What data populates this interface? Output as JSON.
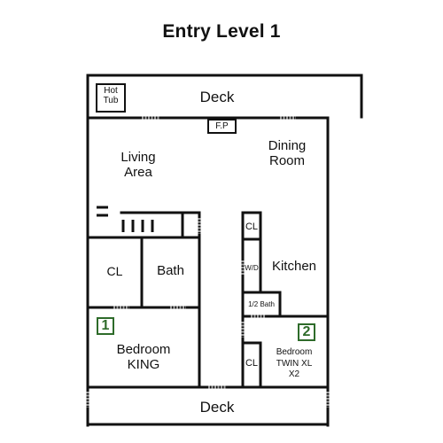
{
  "title": "Entry Level 1",
  "rooms": {
    "deck_top": "Deck",
    "hot_tub": "Hot\nTub",
    "fireplace": "F.P",
    "living": "Living\nArea",
    "dining": "Dining\nRoom",
    "closet_kitchen": "CL",
    "washer_dryer": "W/D",
    "kitchen": "Kitchen",
    "half_bath": "1/2 Bath",
    "closet_left": "CL",
    "bath": "Bath",
    "bedroom1": "Bedroom\nKING",
    "bedroom2": "Bedroom\nTWIN XL\nX2",
    "closet_bed2": "CL",
    "deck_bottom": "Deck"
  },
  "badges": {
    "bedroom1": "1",
    "bedroom2": "2"
  },
  "colors": {
    "walls": "#111111",
    "badge": "#2e6b2a",
    "window": "#9a9a9a"
  }
}
